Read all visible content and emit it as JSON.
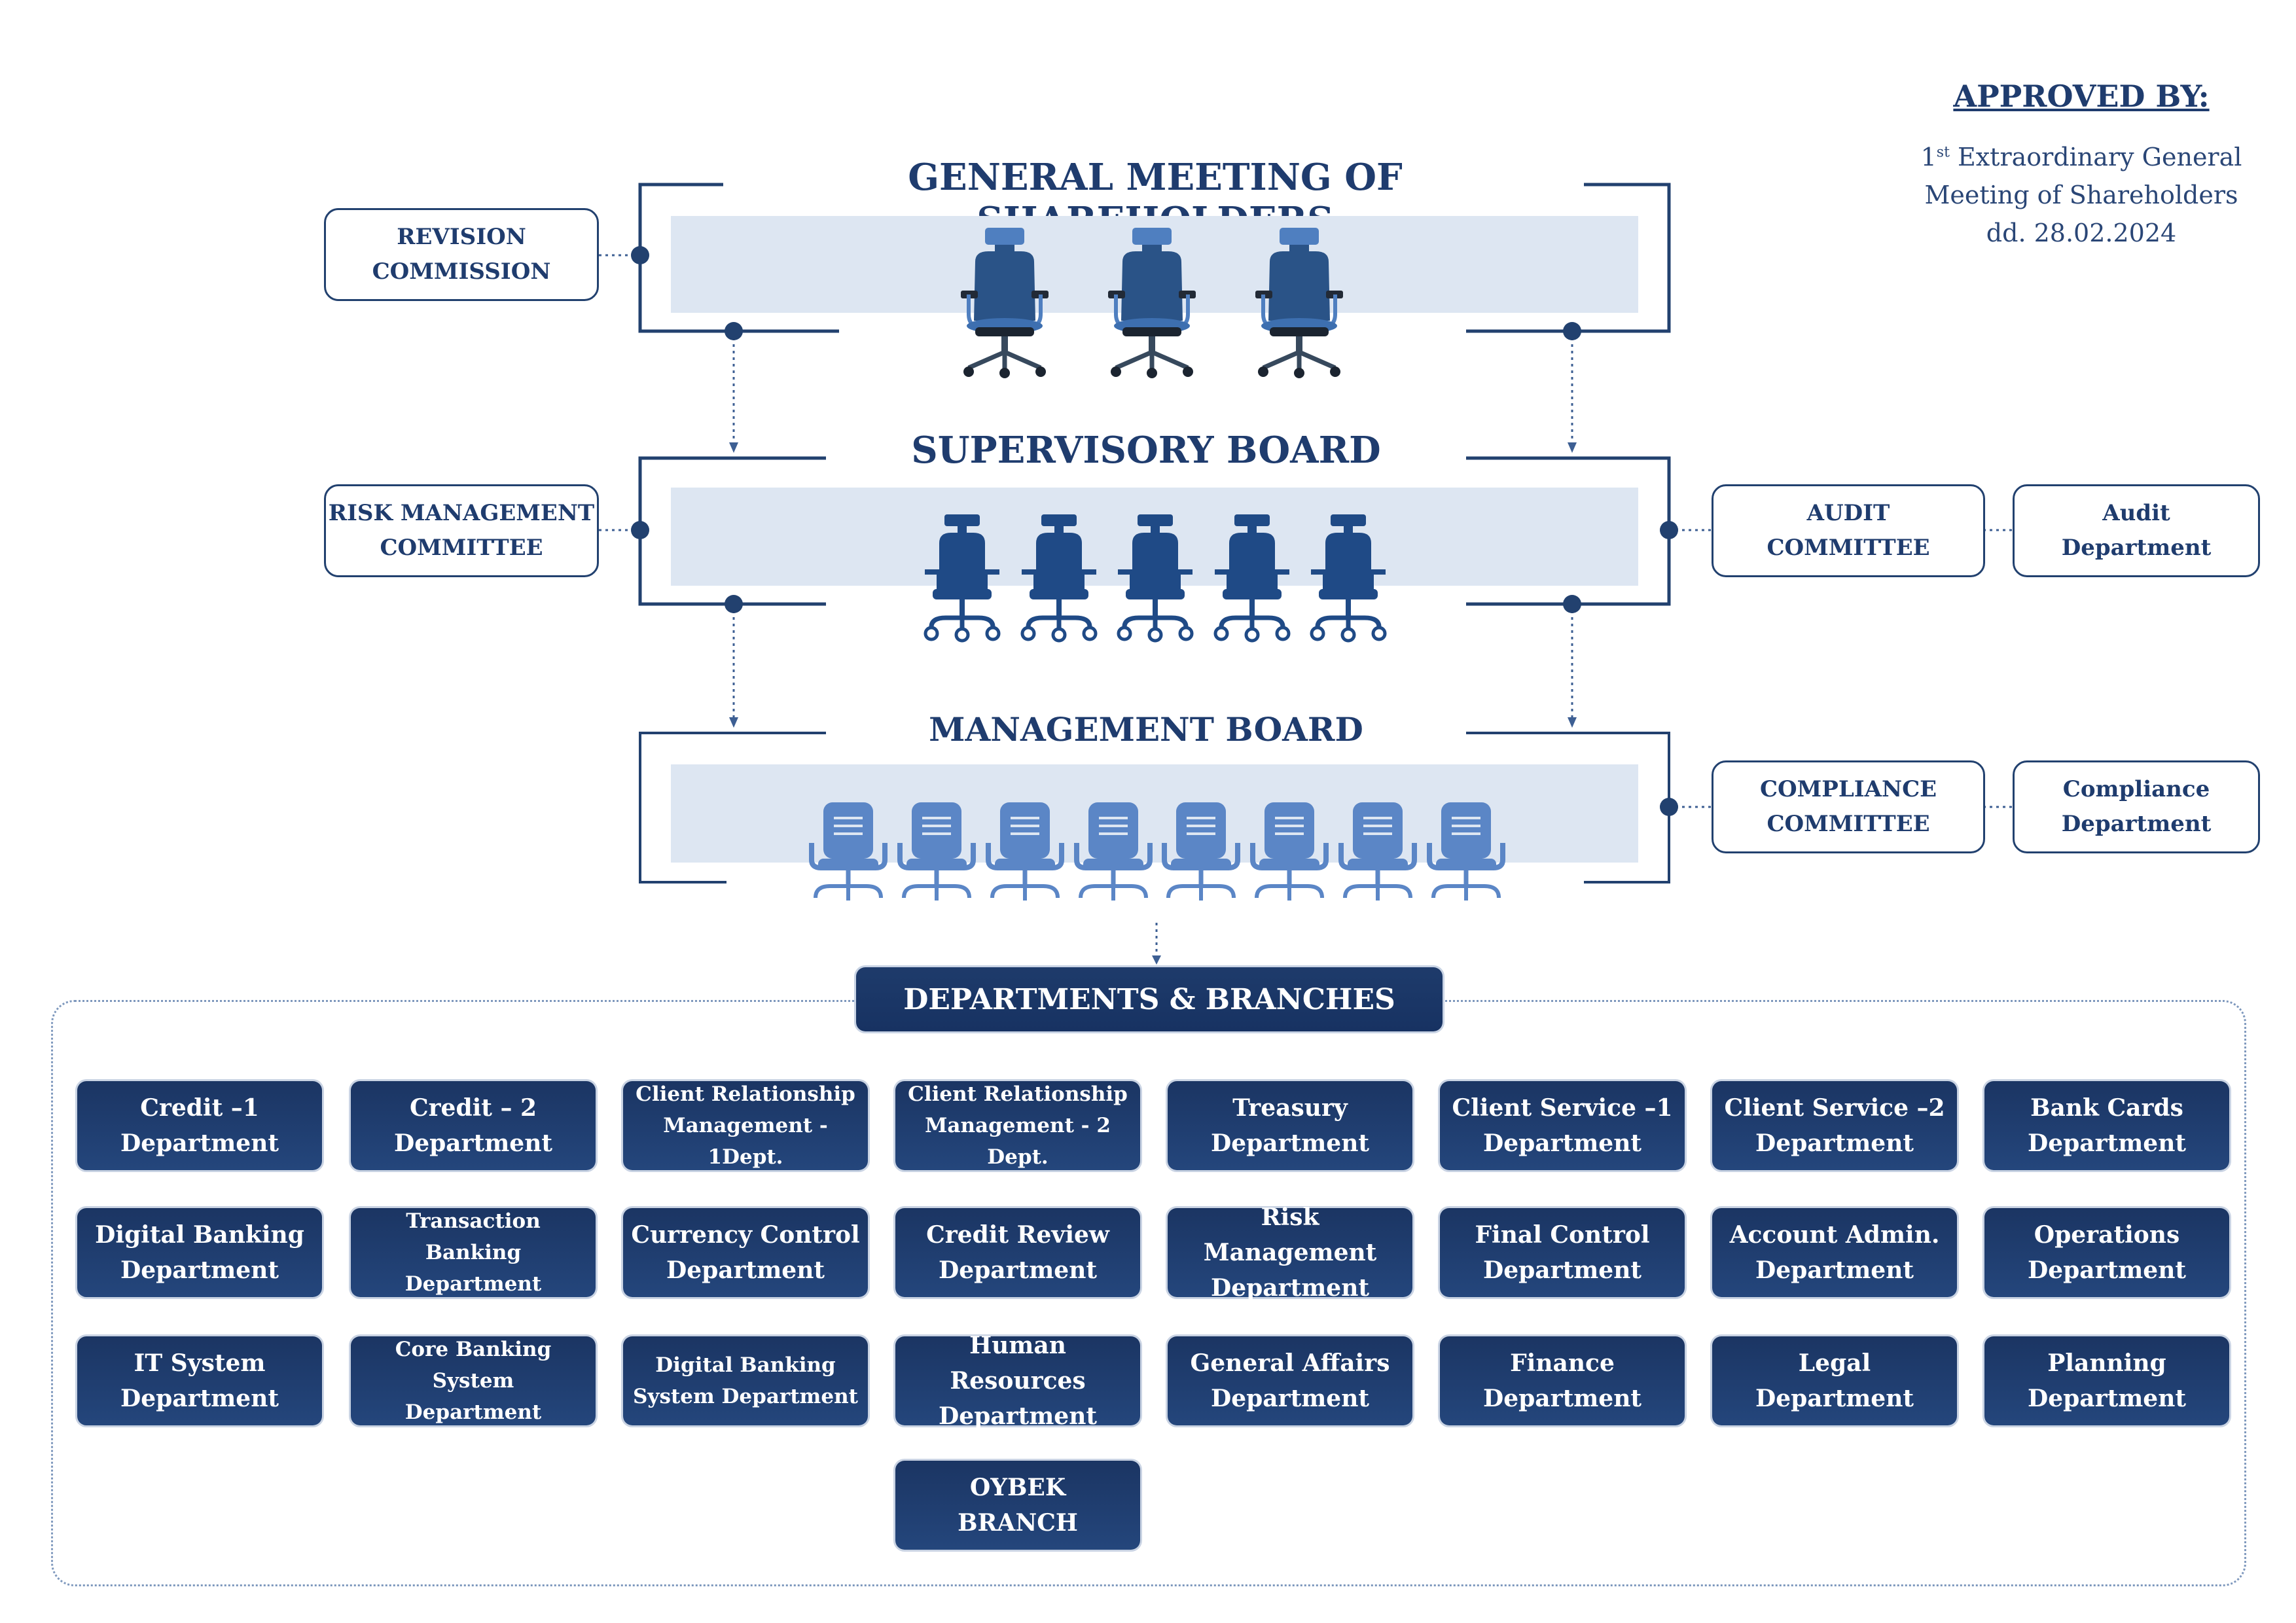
{
  "approval": {
    "title": "APPROVED BY:",
    "line1_sup": "st",
    "line1_prefix": "1",
    "line1_rest": " Extraordinary General",
    "line2": "Meeting of Shareholders",
    "line3": "dd. 28.02.2024"
  },
  "boards": {
    "general_meeting": "GENERAL MEETING OF  SHAREHOLDERS",
    "supervisory": "SUPERVISORY BOARD",
    "management": "MANAGEMENT BOARD"
  },
  "committees": {
    "revision": [
      "REVISION",
      "COMMISSION"
    ],
    "risk": [
      "RISK MANAGEMENT",
      "COMMITTEE"
    ],
    "audit_committee": [
      "AUDIT",
      "COMMITTEE"
    ],
    "audit_department": [
      "Audit",
      "Department"
    ],
    "compliance_committee": [
      "COMPLIANCE",
      "COMMITTEE"
    ],
    "compliance_department": [
      "Compliance",
      "Department"
    ]
  },
  "departments_header": "DEPARTMENTS & BRANCHES",
  "departments": [
    {
      "l1": "Credit –1",
      "l2": "Department",
      "size": "big"
    },
    {
      "l1": "Credit – 2",
      "l2": "Department",
      "size": "big"
    },
    {
      "l1": "Client Relationship",
      "l2": "Management - 1Dept.",
      "size": "small"
    },
    {
      "l1": "Client Relationship",
      "l2": "Management - 2 Dept.",
      "size": "small"
    },
    {
      "l1": "Treasury",
      "l2": "Department",
      "size": "big"
    },
    {
      "l1": "Client Service –1",
      "l2": "Department",
      "size": "big"
    },
    {
      "l1": "Client Service –2",
      "l2": "Department",
      "size": "big"
    },
    {
      "l1": "Bank Cards",
      "l2": "Department",
      "size": "big"
    },
    {
      "l1": "Digital Banking",
      "l2": "Department",
      "size": "big"
    },
    {
      "l1": "Transaction Banking",
      "l2": "Department",
      "size": "small"
    },
    {
      "l1": "Currency Control",
      "l2": "Department",
      "size": "big"
    },
    {
      "l1": "Credit Review",
      "l2": "Department",
      "size": "big"
    },
    {
      "l1": "Risk Management",
      "l2": "Department",
      "size": "big"
    },
    {
      "l1": "Final Control",
      "l2": "Department",
      "size": "big"
    },
    {
      "l1": "Account Admin.",
      "l2": "Department",
      "size": "big"
    },
    {
      "l1": "Operations",
      "l2": "Department",
      "size": "big"
    },
    {
      "l1": "IT System",
      "l2": "Department",
      "size": "big"
    },
    {
      "l1": "Core Banking System",
      "l2": "Department",
      "size": "small"
    },
    {
      "l1": "Digital Banking",
      "l2": "System Department",
      "size": "small"
    },
    {
      "l1": "Human Resources",
      "l2": "Department",
      "size": "big"
    },
    {
      "l1": "General Affairs",
      "l2": "Department",
      "size": "big"
    },
    {
      "l1": "Finance",
      "l2": "Department",
      "size": "big"
    },
    {
      "l1": "Legal",
      "l2": "Department",
      "size": "big"
    },
    {
      "l1": "Planning",
      "l2": "Department",
      "size": "big"
    },
    {
      "l1": "OYBEK",
      "l2": "BRANCH",
      "size": "big"
    }
  ],
  "icons": {
    "gm_chairs": [
      "executive-chair-icon",
      "executive-chair-icon",
      "executive-chair-icon"
    ],
    "sb_chairs": [
      "office-chair-icon",
      "office-chair-icon",
      "office-chair-icon",
      "office-chair-icon",
      "office-chair-icon"
    ],
    "mb_chairs": [
      "task-chair-icon",
      "task-chair-icon",
      "task-chair-icon",
      "task-chair-icon",
      "task-chair-icon",
      "task-chair-icon",
      "task-chair-icon",
      "task-chair-icon"
    ]
  },
  "colors": {
    "navy": "#1f3c6e",
    "band": "#dde6f2",
    "chair_dark": "#2a5387",
    "chair_light": "#5b86c6"
  }
}
